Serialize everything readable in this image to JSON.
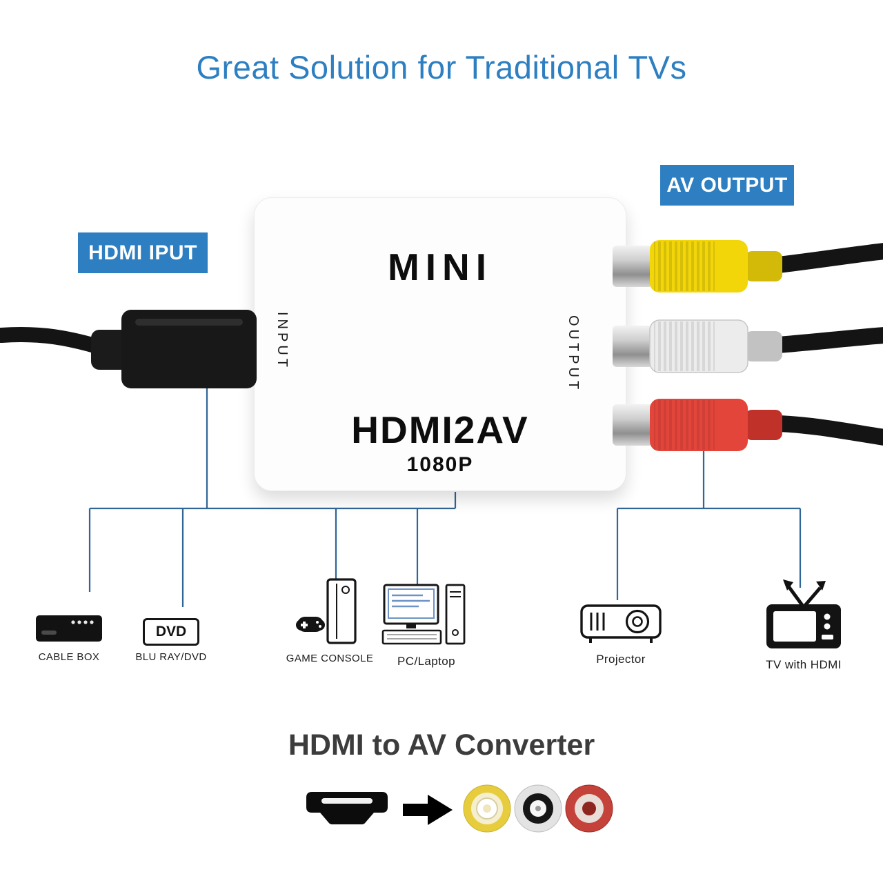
{
  "title": "Great Solution for Traditional TVs",
  "callouts": {
    "hdmi_input": "HDMI IPUT",
    "av_output": "AV OUTPUT"
  },
  "converter": {
    "brand": "MINI",
    "model": "HDMI2AV",
    "resolution": "1080P",
    "input_port_label": "INPUT",
    "output_port_label": "OUTPUT"
  },
  "source_devices": [
    {
      "label": "CABLE BOX"
    },
    {
      "label": "BLU RAY/DVD",
      "icon_text": "DVD"
    },
    {
      "label": "GAME CONSOLE"
    },
    {
      "label": "PC/Laptop"
    }
  ],
  "output_devices": [
    {
      "label": "Projector"
    },
    {
      "label": "TV with HDMI"
    }
  ],
  "footer": {
    "caption": "HDMI to AV Converter"
  },
  "colors": {
    "accent_blue": "#2d7fc1",
    "line_blue": "#2f6597",
    "rca_yellow": "#f2d60a",
    "rca_white": "#ececec",
    "rca_red": "#e4453b"
  }
}
